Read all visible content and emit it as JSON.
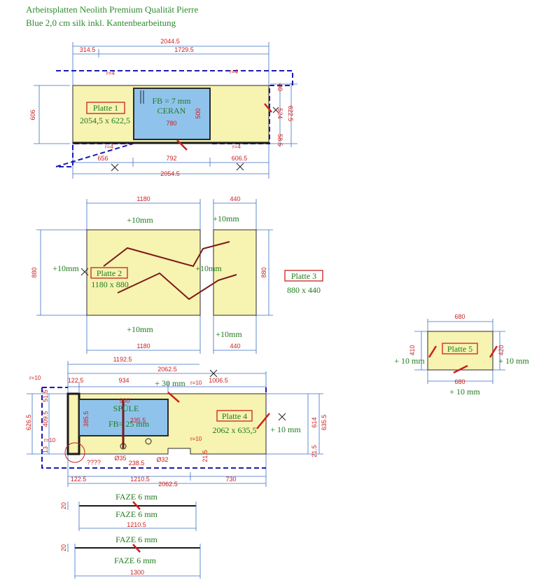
{
  "header": {
    "line1": "Arbeitsplatten Neolith Premium Qualität Pierre",
    "line2": "Blue 2,0 cm silk inkl. Kantenbearbeitung"
  },
  "colors": {
    "green_text": "#2e8b2e",
    "red_dims": "#cc2020",
    "slab": "#f7f3b0",
    "cutout": "#8fc3ec",
    "dim_lines": "#3a6fc4"
  },
  "top_plan": {
    "dims_top": [
      "2044.5",
      "314.5",
      "1729.5"
    ],
    "dims_bottom": [
      "656",
      "792",
      "606.5",
      "2054.5"
    ],
    "dims_left": "606",
    "dims_right": [
      "80",
      "524",
      "58.5",
      "622.5"
    ],
    "cutout_depth": "500",
    "cutout_width": "780",
    "radii": [
      "r=4",
      "r=4",
      "r=4",
      "r=4"
    ],
    "platte_label": "Platte 1",
    "platte_size": "2054,5 x 622,5",
    "cutout_text_1": "FB = 7 mm",
    "cutout_text_2": "CERAN"
  },
  "middle_plan": {
    "dims_top": [
      "1180",
      "440"
    ],
    "dims_bottom": [
      "1180",
      "440"
    ],
    "dims_left": "880",
    "dims_right": "880",
    "plus_labels": [
      "+10mm",
      "+10mm",
      "+10mm",
      "+10mm",
      "+10mm",
      "+10mm"
    ],
    "platte2_label": "Platte 2",
    "platte2_size": "1180 x 880",
    "platte3_label": "Platte 3",
    "platte3_size": "880 x 440"
  },
  "side_plan": {
    "dims_top": "680",
    "dims_bottom": "680",
    "dims_left": "410",
    "dims_right": "420",
    "plus_left": "+ 10 mm",
    "plus_right": "+ 10 mm",
    "plus_bottom": "+ 10 mm",
    "platte5_label": "Platte 5"
  },
  "bottom_plan": {
    "dims_top": [
      "1192.5",
      "2062.5",
      "122.5",
      "934",
      "1006.5"
    ],
    "dims_left": [
      "626.5",
      "409.5",
      "51.5",
      "13"
    ],
    "dims_right": [
      "614",
      "635.5",
      "21.5"
    ],
    "cutout_dims": [
      "900",
      "385.5",
      "235.5"
    ],
    "dims_bottom": [
      "122.5",
      "1210.5",
      "2062.5",
      "730"
    ],
    "holes": [
      "Ø35",
      "Ø32",
      "238.5"
    ],
    "extra_dims": [
      "21.5"
    ],
    "radii": [
      "r=10",
      "r=10",
      "r=10",
      "r=10"
    ],
    "plus_top": "+ 30 mm",
    "plus_right": "+ 10 mm",
    "platte4_label": "Platte 4",
    "platte4_size": "2062 x 635,5",
    "cutout_text_1": "SPÜLE",
    "cutout_text_2": "FB= 25 mm",
    "question": "????"
  },
  "faze_strips": [
    {
      "top_label": "FAZE 6 mm",
      "bottom_label": "FAZE 6 mm",
      "length": "1210.5",
      "height": "20"
    },
    {
      "top_label": "FAZE 6 mm",
      "bottom_label": "FAZE 6 mm",
      "length": "1300",
      "height": "20"
    }
  ]
}
